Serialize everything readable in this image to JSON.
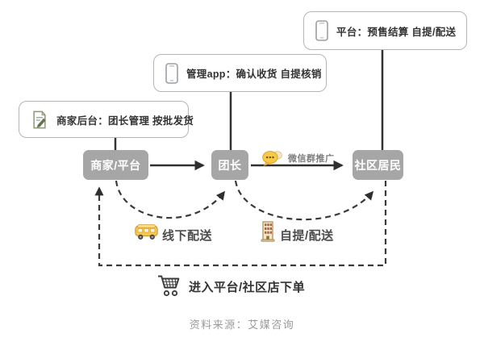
{
  "callouts": [
    {
      "text": "商家后台：团长管理 按批发货",
      "icon": "document-pencil-icon"
    },
    {
      "text": "管理app：确认收货 自提核销",
      "icon": "phone-icon"
    },
    {
      "text": "平台：预售结算 自提/配送",
      "icon": "phone-icon"
    }
  ],
  "nodes": [
    {
      "id": "merchant",
      "label": "商家/平台"
    },
    {
      "id": "leader",
      "label": "团长"
    },
    {
      "id": "residents",
      "label": "社区居民"
    }
  ],
  "flow_labels": {
    "wechat_promo": "微信群推广",
    "offline_delivery": "线下配送",
    "pickup_delivery": "自提/配送",
    "order_entry": "进入平台/社区店下单"
  },
  "edges": [
    {
      "from": "merchant",
      "to": "leader",
      "style": "solid-arrow"
    },
    {
      "from": "leader",
      "to": "residents",
      "style": "solid-arrow",
      "label": "微信群推广",
      "icon": "chat-bubble-icon"
    },
    {
      "from": "merchant",
      "to": "leader",
      "style": "dashed-curve",
      "label": "线下配送",
      "icon": "bus-icon"
    },
    {
      "from": "leader",
      "to": "residents",
      "style": "dashed-curve",
      "label": "自提/配送",
      "icon": "building-icon"
    },
    {
      "from": "residents",
      "to": "merchant",
      "style": "dashed-loop",
      "label": "进入平台/社区店下单",
      "icon": "cart-icon"
    }
  ],
  "footer": {
    "source": "资料来源：艾媒咨询"
  },
  "icons": {
    "document-pencil-icon": "paper sheet with pencil",
    "phone-icon": "smartphone outline",
    "chat-bubble-icon": "yellow speech bubble with dots",
    "bus-icon": "yellow delivery bus",
    "building-icon": "community store building",
    "cart-icon": "shopping cart"
  },
  "colors": {
    "node_bg": "#a6a6a6",
    "node_text": "#ffffff",
    "callout_border": "#b5b5b5",
    "solid_arrow": "#2f2f2f",
    "dashed_line": "#3a3a3a",
    "accent_yellow": "#f7c948",
    "label_text": "#4d4d4d",
    "footer_text": "#9b9b9b"
  }
}
